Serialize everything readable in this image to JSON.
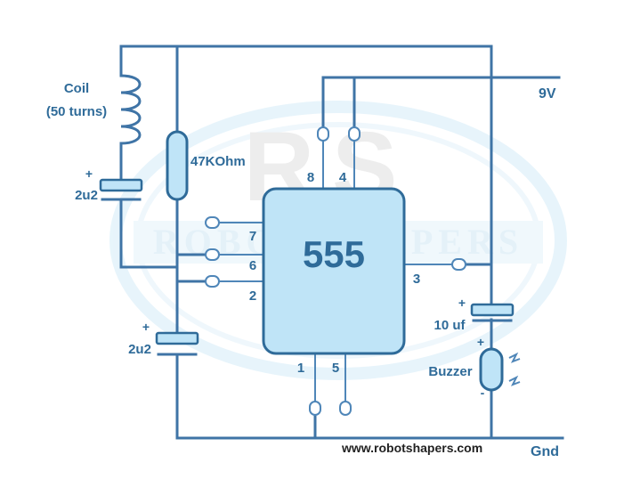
{
  "chip": {
    "label": "555",
    "pins": {
      "p1": "1",
      "p2": "2",
      "p3": "3",
      "p4": "4",
      "p5": "5",
      "p6": "6",
      "p7": "7",
      "p8": "8"
    }
  },
  "coil": {
    "title": "Coil",
    "turns": "(50 turns)"
  },
  "resistor": {
    "label": "47KOhm"
  },
  "cap_top": {
    "plus": "+",
    "label": "2u2"
  },
  "cap_bottom": {
    "plus": "+",
    "label": "2u2"
  },
  "cap_output": {
    "plus": "+",
    "label": "10 uf"
  },
  "buzzer": {
    "label": "Buzzer",
    "plus": "+",
    "minus": "-"
  },
  "supply": {
    "vcc": "9V",
    "gnd": "Gnd"
  },
  "watermark": {
    "initials": "RS",
    "text": "ROBOT SHAPERS"
  },
  "footer": {
    "url": "www.robotshapers.com"
  },
  "colors": {
    "wire": "#3f74a6",
    "component_fill": "#bfe4f7",
    "text": "#2f6b99",
    "watermark": "#d9edf8"
  }
}
